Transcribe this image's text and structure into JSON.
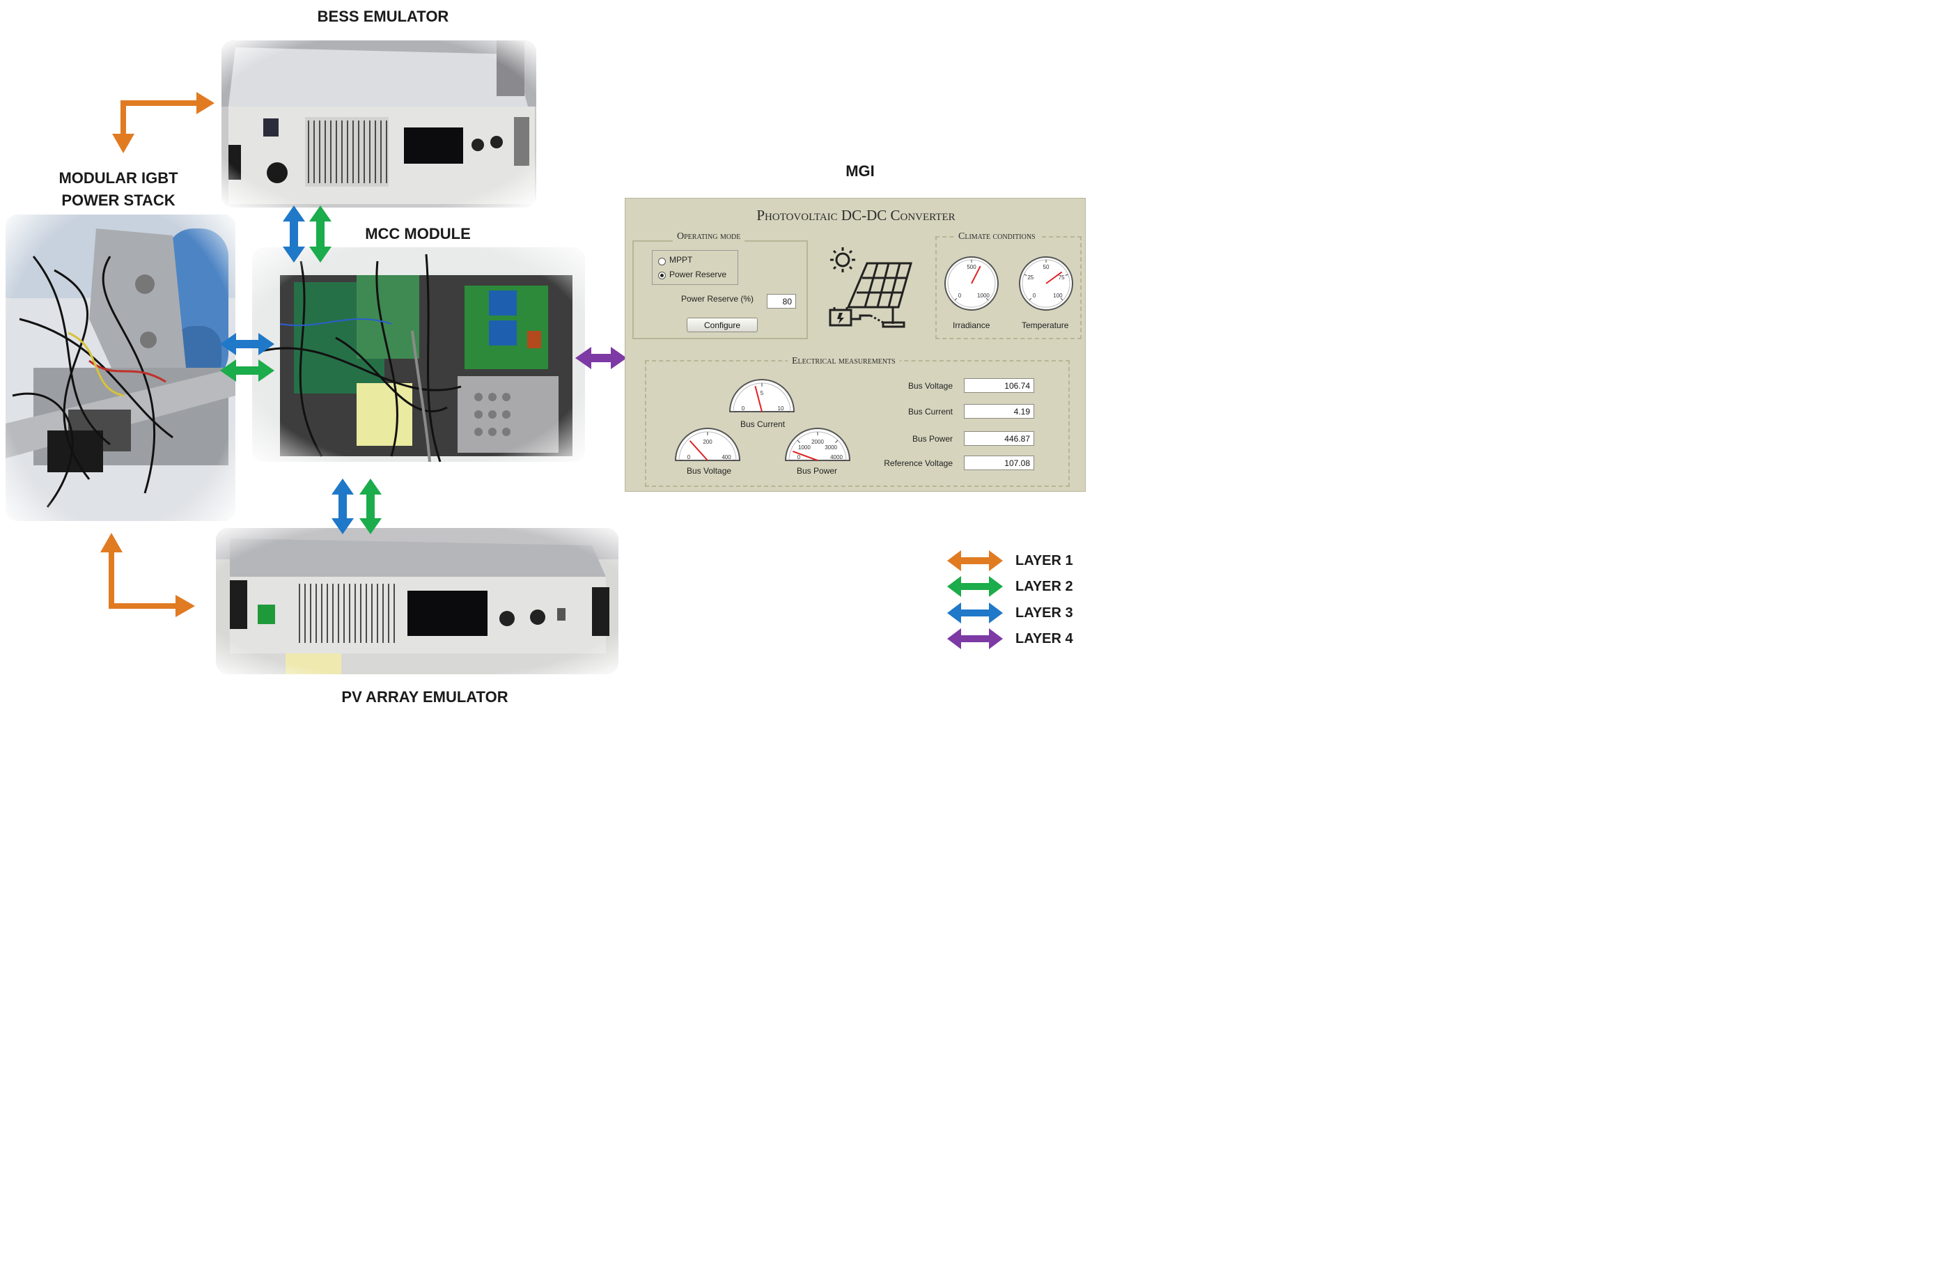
{
  "labels": {
    "bess": "BESS EMULATOR",
    "igbt_line1": "MODULAR IGBT",
    "igbt_line2": "POWER STACK",
    "mcc": "MCC MODULE",
    "pv": "PV ARRAY EMULATOR",
    "mgi": "MGI"
  },
  "mgi_panel": {
    "title": "Photovoltaic DC-DC Converter",
    "operating_mode": {
      "title": "Operating mode",
      "options": [
        "MPPT",
        "Power Reserve"
      ],
      "selected": "Power Reserve",
      "power_reserve_label": "Power Reserve (%)",
      "power_reserve_value": "80",
      "configure_label": "Configure"
    },
    "climate": {
      "title": "Climate conditions",
      "irradiance": {
        "label": "Irradiance",
        "ticks": [
          "0",
          "500",
          "1000"
        ],
        "max": 1000,
        "value": 600
      },
      "temperature": {
        "label": "Temperature",
        "ticks": [
          "0",
          "25",
          "50",
          "75",
          "100"
        ],
        "max": 100,
        "value": 70
      }
    },
    "electrical": {
      "title": "Electrical measurements",
      "bus_current_gauge": {
        "label": "Bus Current",
        "ticks": [
          "0",
          "5",
          "10"
        ],
        "max": 10,
        "value": 4.19
      },
      "bus_voltage_gauge": {
        "label": "Bus Voltage",
        "ticks": [
          "0",
          "200",
          "400"
        ],
        "max": 400,
        "value": 106.74
      },
      "bus_power_gauge": {
        "label": "Bus Power",
        "ticks": [
          "0",
          "1000",
          "2000",
          "3000",
          "4000"
        ],
        "max": 4000,
        "value": 446.87
      },
      "readouts": [
        {
          "label": "Bus Voltage",
          "value": "106.74"
        },
        {
          "label": "Bus Current",
          "value": "4.19"
        },
        {
          "label": "Bus Power",
          "value": "446.87"
        },
        {
          "label": "Reference Voltage",
          "value": "107.08"
        }
      ]
    }
  },
  "legend": [
    {
      "label": "LAYER 1",
      "color": "#e07b22"
    },
    {
      "label": "LAYER 2",
      "color": "#1bac4b"
    },
    {
      "label": "LAYER 3",
      "color": "#1f78c8"
    },
    {
      "label": "LAYER 4",
      "color": "#7d3aa5"
    }
  ],
  "colors": {
    "layer1": "#e07b22",
    "layer2": "#1bac4b",
    "layer3": "#1f78c8",
    "layer4": "#7d3aa5"
  }
}
